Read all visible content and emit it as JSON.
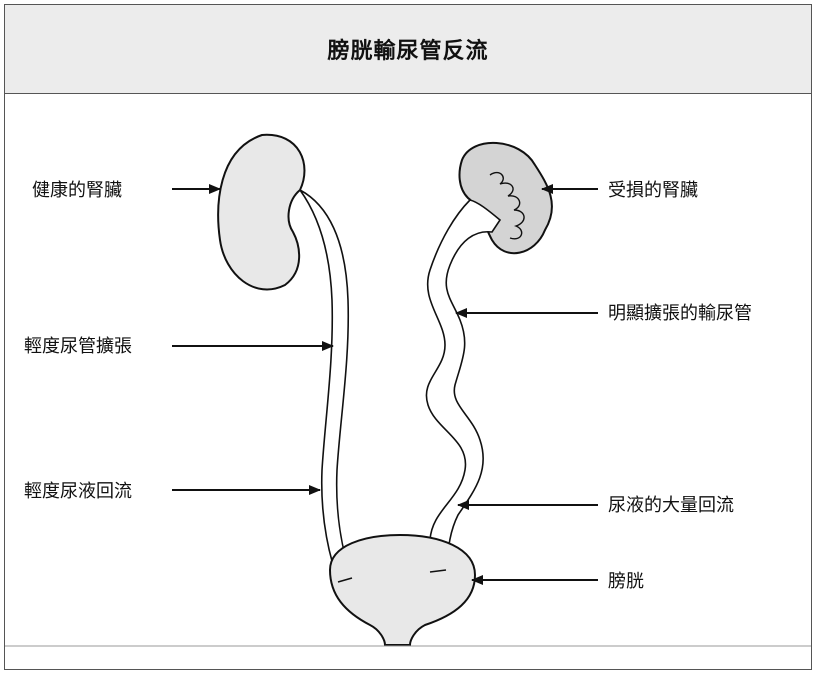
{
  "title": "膀胱輸尿管反流",
  "labels": {
    "healthy_kidney": "健康的腎臟",
    "mild_ureter_dilation": "輕度尿管擴張",
    "mild_urine_reflux": "輕度尿液回流",
    "damaged_kidney": "受損的腎臟",
    "dilated_ureter": "明顯擴張的輸尿管",
    "massive_reflux": "尿液的大量回流",
    "bladder": "膀胱"
  },
  "colors": {
    "organ_fill": "#e8e8e8",
    "damaged_fill": "#d4d4d4",
    "stroke": "#111111",
    "title_bg": "#ececec"
  }
}
